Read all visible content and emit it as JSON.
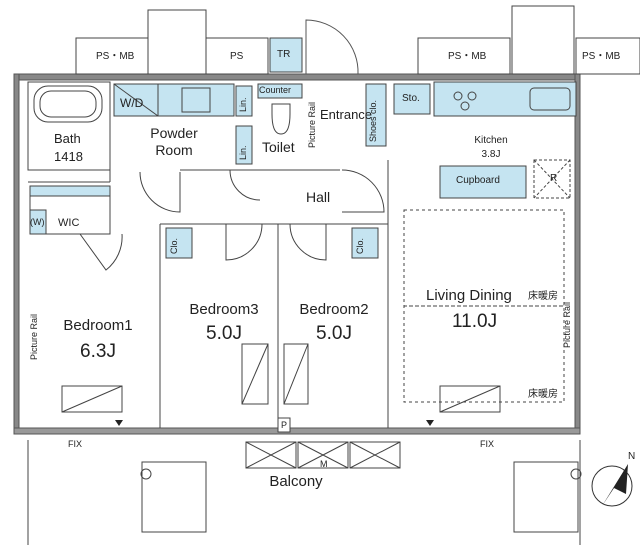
{
  "rooms": {
    "bedroom1": {
      "name": "Bedroom1",
      "size": "6.3J"
    },
    "bedroom2": {
      "name": "Bedroom2",
      "size": "5.0J"
    },
    "bedroom3": {
      "name": "Bedroom3",
      "size": "5.0J"
    },
    "living": {
      "name": "Living Dining",
      "size": "11.0J",
      "floor_heating": "床暖房"
    },
    "kitchen": {
      "name": "Kitchen",
      "size": "3.8J"
    },
    "bath": {
      "name": "Bath",
      "size": "1418"
    },
    "powder": {
      "line1": "Powder",
      "line2": "Room"
    },
    "toilet": {
      "name": "Toilet"
    },
    "hall": {
      "name": "Hall"
    },
    "entrance": {
      "name": "Entrance"
    },
    "balcony": {
      "name": "Balcony"
    },
    "wic": {
      "name": "WIC"
    }
  },
  "fixtures": {
    "ps_mb": "PS・MB",
    "ps": "PS",
    "tr": "TR",
    "wd": "W/D",
    "counter": "Counter",
    "lin": "Lin.",
    "clo": "Clo.",
    "shoes": "Shoes clo.",
    "sto": "Sto.",
    "cupboard": "Cupboard",
    "r": "R",
    "w": "(W)",
    "picture_rail": "Picture Rail",
    "fix": "FIX",
    "m": "M",
    "p": "P"
  },
  "compass": {
    "north": "N"
  },
  "colors": {
    "wall": "#555555",
    "fixture": "#c5e4f1",
    "line": "#333333"
  }
}
